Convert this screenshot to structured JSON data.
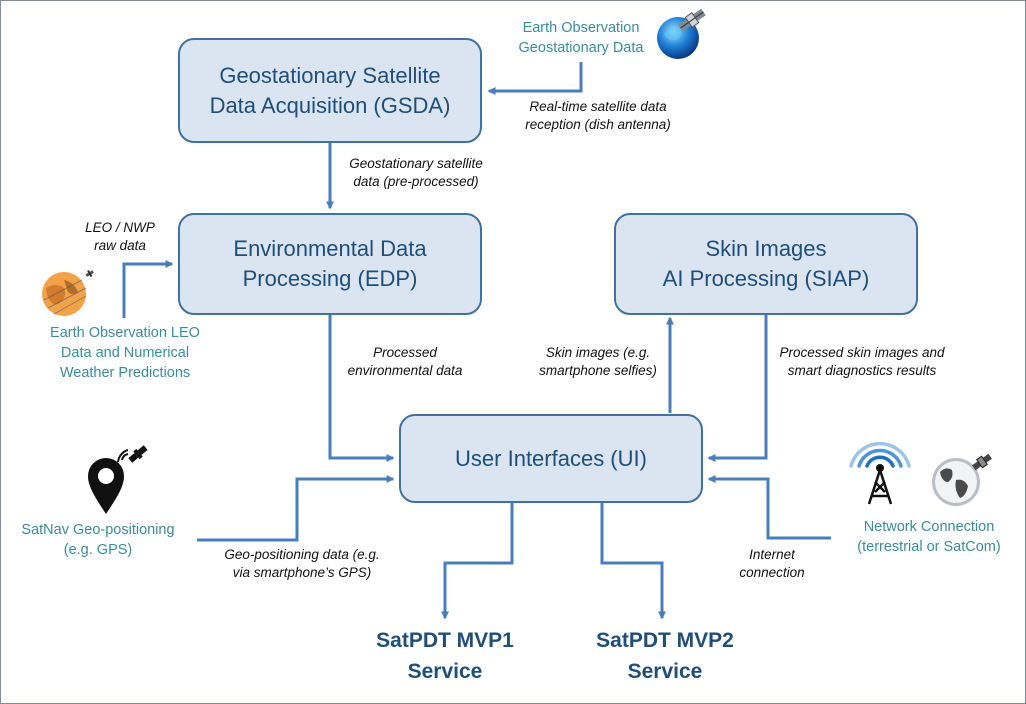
{
  "boxes": {
    "gsda": {
      "line1": "Geostationary Satellite",
      "line2": "Data Acquisition (GSDA)"
    },
    "edp": {
      "line1": "Environmental Data",
      "line2": "Processing (EDP)"
    },
    "siap": {
      "line1": "Skin Images",
      "line2": "AI Processing (SIAP)"
    },
    "ui": {
      "line1": "User Interfaces (UI)"
    }
  },
  "sources": {
    "geo": {
      "line1": "Earth Observation",
      "line2": "Geostationary Data"
    },
    "leo": {
      "line1": "Earth Observation LEO",
      "line2": "Data and Numerical",
      "line3": "Weather Predictions"
    },
    "satnav": {
      "line1": "SatNav Geo-positioning",
      "line2": "(e.g. GPS)"
    },
    "network": {
      "line1": "Network Connection",
      "line2": "(terrestrial or SatCom)"
    }
  },
  "edge_labels": {
    "realtime": {
      "line1": "Real-time satellite data",
      "line2": "reception (dish antenna)"
    },
    "geosat": {
      "line1": "Geostationary satellite",
      "line2": "data (pre-processed)"
    },
    "leo_raw": {
      "line1": "LEO / NWP",
      "line2": "raw data"
    },
    "processed_env": {
      "line1": "Processed",
      "line2": "environmental data"
    },
    "skin_images": {
      "line1": "Skin images (e.g.",
      "line2": "smartphone selfies)"
    },
    "processed_skin": {
      "line1": "Processed skin images and",
      "line2": "smart diagnostics  results"
    },
    "geopos": {
      "line1": "Geo-positioning data (e.g.",
      "line2": "via smartphone’s GPS)"
    },
    "internet": {
      "line1": "Internet",
      "line2": "connection"
    }
  },
  "services": {
    "mvp1": {
      "line1": "SatPDT MVP1",
      "line2": "Service"
    },
    "mvp2": {
      "line1": "SatPDT MVP2",
      "line2": "Service"
    }
  },
  "icons": {
    "geo": "satellite-globe-icon",
    "leo": "orbit-earth-icon",
    "satnav": "map-pin-satellite-icon",
    "network": "antenna-tower-icon",
    "network_sat": "satellite-earth-icon"
  },
  "colors": {
    "box_fill": "#dbe5f1",
    "box_border": "#41719c",
    "arrow": "#4a7ebb",
    "box_text": "#1f4e79",
    "source_text": "#3c8c9c"
  }
}
